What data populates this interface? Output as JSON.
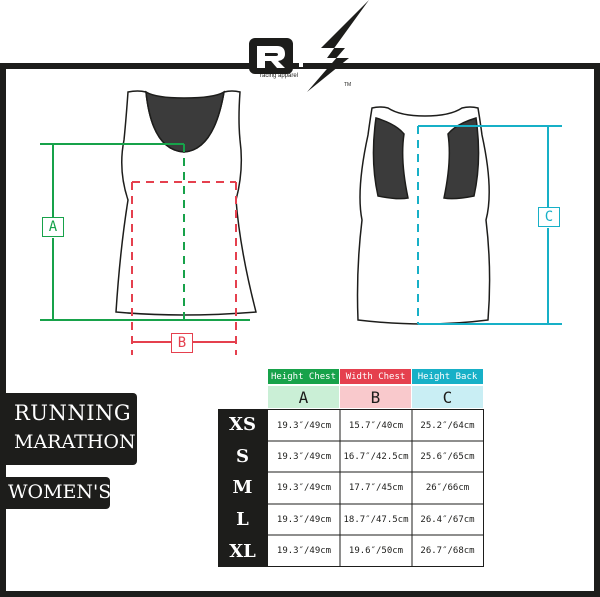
{
  "logo": {
    "brand": "racing apparel",
    "trademark": "TM"
  },
  "measurements": {
    "a": "A",
    "b": "B",
    "c": "C"
  },
  "tags": {
    "line1": "RUNNING",
    "line2": "MARATHON",
    "gender": "WOMEN'S"
  },
  "table": {
    "headers": [
      "Height Chest",
      "Width Chest",
      "Height Back"
    ],
    "letters": [
      "A",
      "B",
      "C"
    ],
    "sizes": [
      "XS",
      "S",
      "M",
      "L",
      "XL"
    ],
    "rows": [
      [
        "19.3″/49cm",
        "15.7″/40cm",
        "25.2″/64cm"
      ],
      [
        "19.3″/49cm",
        "16.7″/42.5cm",
        "25.6″/65cm"
      ],
      [
        "19.3″/49cm",
        "17.7″/45cm",
        "26″/66cm"
      ],
      [
        "19.3″/49cm",
        "18.7″/47.5cm",
        "26.4″/67cm"
      ],
      [
        "19.3″/49cm",
        "19.6″/50cm",
        "26.7″/68cm"
      ]
    ]
  },
  "colors": {
    "a": "#17a24a",
    "b": "#e5404e",
    "c": "#17b0c7",
    "dark": "#1d1d1b"
  }
}
